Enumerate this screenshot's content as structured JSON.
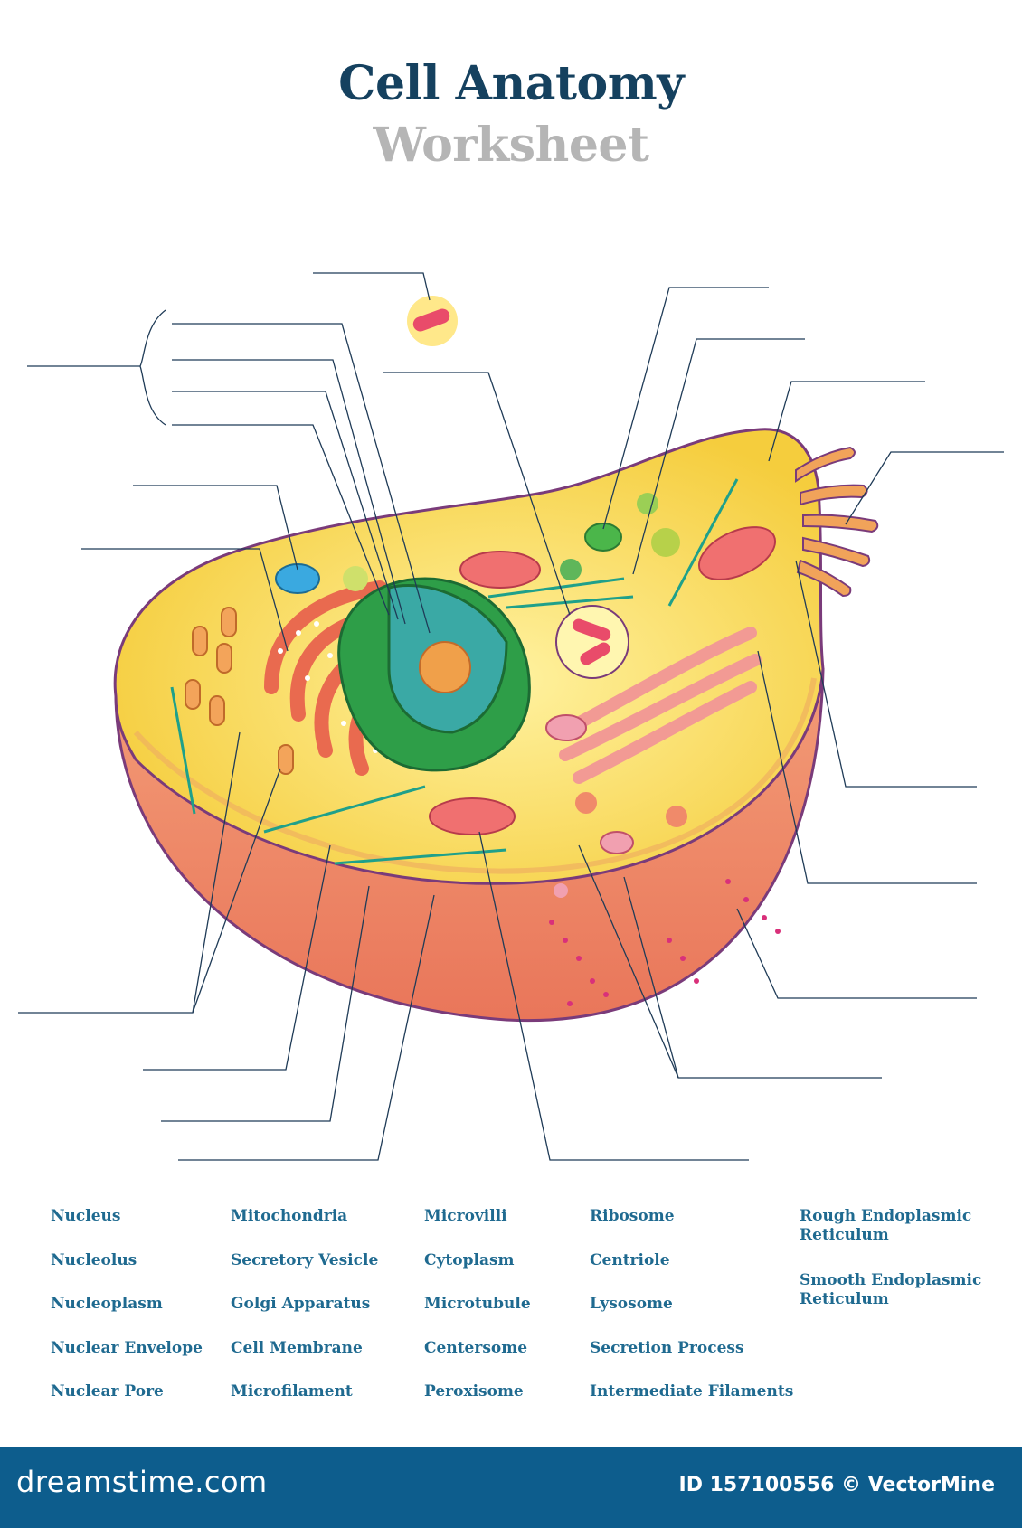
{
  "title": {
    "main": "Cell Anatomy",
    "sub": "Worksheet"
  },
  "term_columns": [
    {
      "items": [
        "Nucleus",
        "Nucleolus",
        "Nucleoplasm",
        "Nuclear Envelope",
        "Nuclear Pore"
      ]
    },
    {
      "items": [
        "Mitochondria",
        "Secretory Vesicle",
        "Golgi Apparatus",
        "Cell Membrane",
        "Microfilament"
      ]
    },
    {
      "items": [
        "Microvilli",
        "Cytoplasm",
        "Microtubule",
        "Centersome",
        "Peroxisome"
      ]
    },
    {
      "items": [
        "Ribosome",
        "Centriole",
        "Lysosome",
        "Secretion Process",
        "Intermediate Filaments"
      ]
    },
    {
      "items": [
        "Rough Endoplasmic\nReticulum",
        "Smooth Endoplasmic\nReticulum"
      ]
    }
  ],
  "footer": {
    "logo": "dreamstime.com",
    "id_text": "ID 157100556 © VectorMine"
  },
  "colors": {
    "title": "#15415f",
    "subtitle": "#b5b5b5",
    "terms": "#1f6a90",
    "footer": "#0d5d8d",
    "cytoplasm": "#f7d54a",
    "membrane": "#ef8e6a",
    "nucleus": "#2fa24a",
    "leader_lines": "#1f3b57"
  }
}
